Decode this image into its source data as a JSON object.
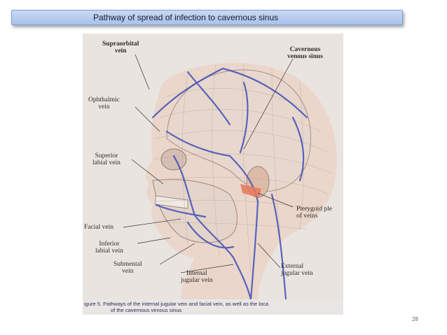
{
  "slide": {
    "title": "Pathway of spread of infection  to cavernous  sinus",
    "page_number": "28"
  },
  "figure": {
    "labels": {
      "supraorbital_1": "Supraorbital",
      "supraorbital_2": "vein",
      "cavernous_1": "Cavernous",
      "cavernous_2": "venous sinus",
      "ophthalmic_1": "Ophthalmic",
      "ophthalmic_2": "vein",
      "superior_labial_1": "Superior",
      "superior_labial_2": "labial vein",
      "pterygoid_1": "Pterygoid ple",
      "pterygoid_2": "of veins",
      "facial": "Facial vein",
      "inferior_labial_1": "Inferior",
      "inferior_labial_2": "labial vein",
      "submental_1": "Submental",
      "submental_2": "vein",
      "internal_jugular_1": "Internal",
      "internal_jugular_2": "jugular vein",
      "external_jugular_1": "External",
      "external_jugular_2": "jugular vein"
    },
    "caption_line1": "igure 5.  Pathways of the internal jugular vein and facial vein, as well as the loca",
    "caption_line2": "of the cavernous venous sinus"
  },
  "colors": {
    "title_bg": "#b8cdef",
    "vein": "#3f4fb8",
    "pterygoid": "#e8785a"
  }
}
